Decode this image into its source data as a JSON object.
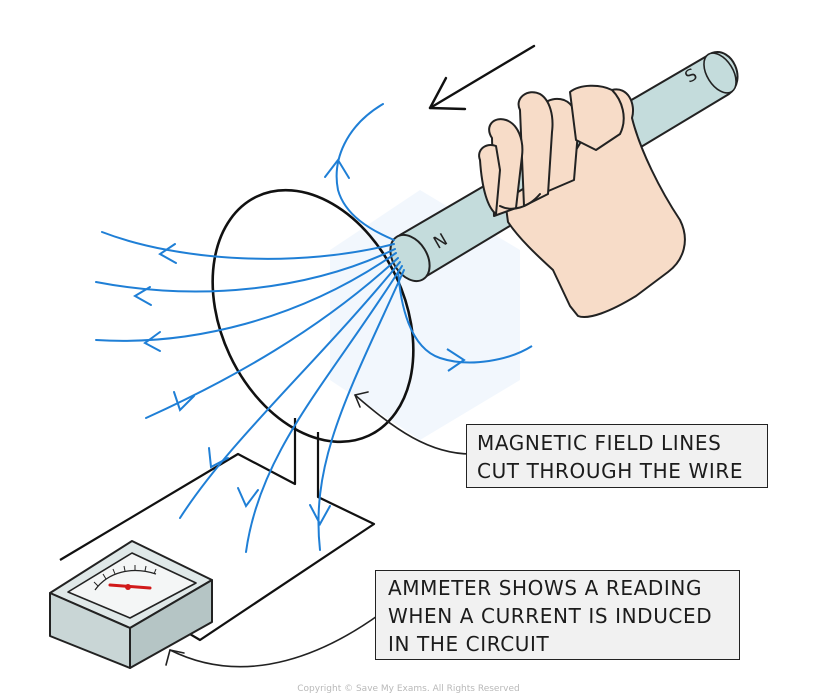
{
  "magnet": {
    "north_label": "N",
    "south_label": "S"
  },
  "callouts": {
    "field_lines": [
      "MAGNETIC FIELD LINES",
      "CUT THROUGH THE WIRE"
    ],
    "ammeter": [
      "AMMETER SHOWS A READING",
      "WHEN A CURRENT IS INDUCED",
      "IN THE CIRCUIT"
    ]
  },
  "footer": {
    "copyright": "Copyright © Save My Exams. All Rights Reserved"
  },
  "colors": {
    "field_line": "#1f7fd6",
    "magnet": "#c4dcdc",
    "magnet_outline": "#222222",
    "skin": "#f7dcc8",
    "meter_body": "#c9d6d6",
    "meter_face": "#f4f6f6",
    "needle": "#d11a1a",
    "callout_bg": "#f1f1f1"
  },
  "icons": {
    "motion_arrow": "arrow-down-left-icon",
    "field_arrowheads": "chevron-arrow-icon"
  }
}
